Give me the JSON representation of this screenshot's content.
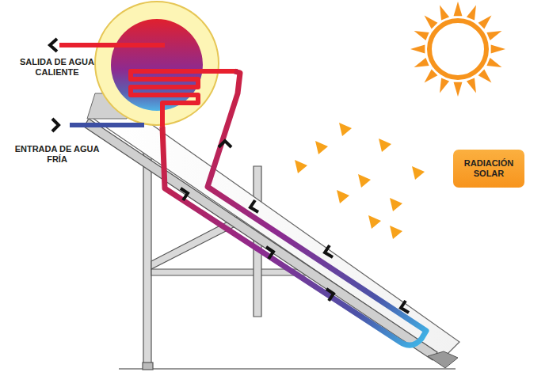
{
  "diagram": {
    "nodes": [
      {
        "text": [
          "RADIACIÓN SOLAR"
        ]
      }
    ],
    "labels": [
      "SALIDA DE AGUA CALIENTE",
      "ENTRADA DE AGUA FRÍA"
    ]
  }
}
